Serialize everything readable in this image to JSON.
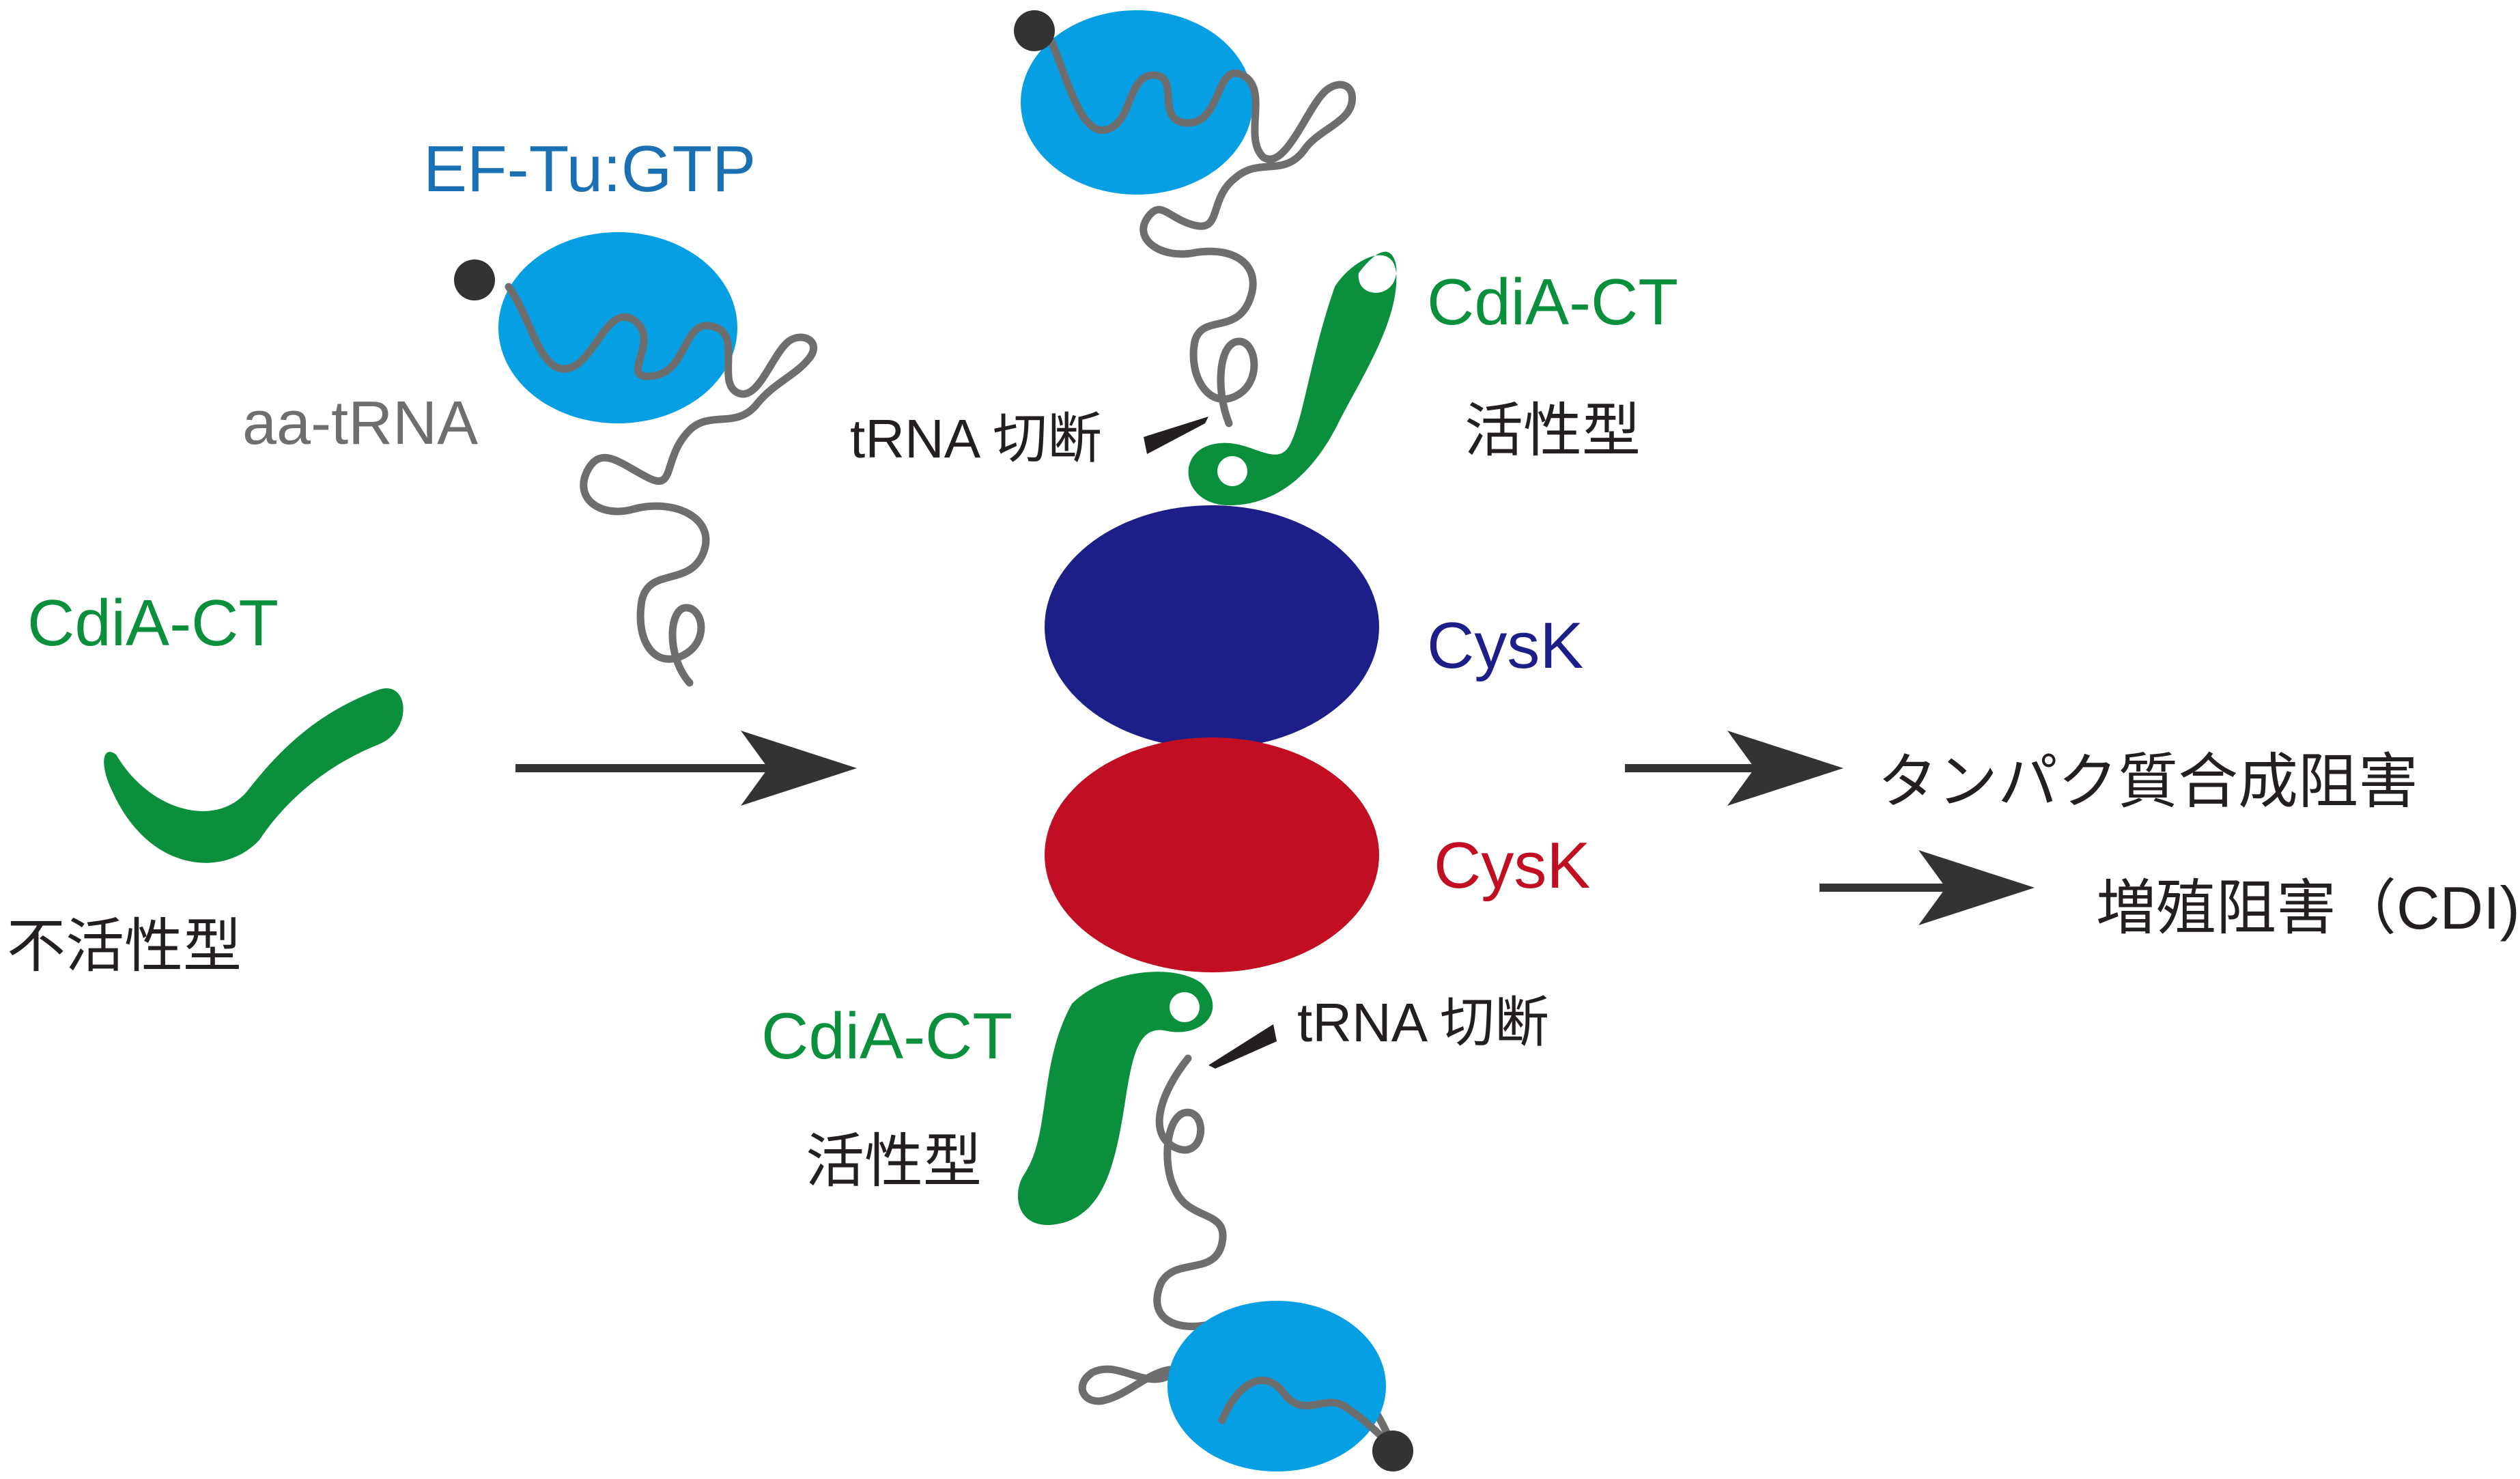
{
  "colors": {
    "ef_tu": "#069fe3",
    "trna": "#6e6e6e",
    "amino_acid": "#333333",
    "cdia": "#0a8f3c",
    "cysk_top": "#1c1f87",
    "cysk_bottom": "#c10e22",
    "arrow": "#333333",
    "text": "#231f20",
    "label_blue": "#1b6fb3"
  },
  "labels": {
    "ef_tu_gtp": "EF-Tu:GTP",
    "aa_trna": "aa-tRNA",
    "cdia_ct_inactive": "CdiA-CT",
    "inactive_form": "不活性型",
    "cdia_ct_top": "CdiA-CT",
    "active_form_top": "活性型",
    "trna_cleavage_top": "tRNA 切断",
    "cysk_top": "CysK",
    "cysk_bottom": "CysK",
    "cdia_ct_bottom": "CdiA-CT",
    "active_form_bottom": "活性型",
    "trna_cleavage_bottom": "tRNA 切断",
    "protein_synthesis_inhibition": "タンパク質合成阻害",
    "growth_inhibition": "増殖阻害（CDI)"
  },
  "icons": {
    "ef_tu": "ef-tu-blob",
    "trna": "trna-squiggle",
    "amino_acid": "amino-acid-dot",
    "cdia": "cdia-ct-hook",
    "cleavage": "cleavage-wedge-icon",
    "arrow": "arrow-right-icon"
  }
}
